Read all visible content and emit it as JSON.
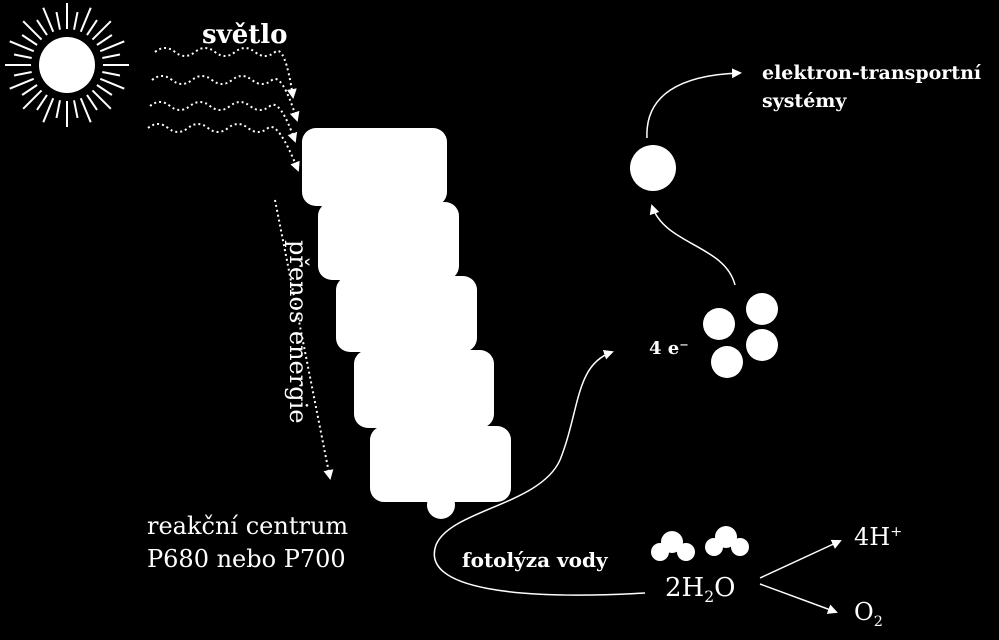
{
  "labels": {
    "light": "světlo",
    "energy_transfer": "přenos energie",
    "reaction_center_line1": "reakční centrum",
    "reaction_center_line2": "P680 nebo P700",
    "photolysis": "fotolýza vody",
    "electrons": "4 e⁻",
    "etc_line1": "elektron-transportní",
    "etc_line2": "systémy",
    "water_coef": "2H",
    "water_sub": "2",
    "water_o": "O",
    "protons_main": "4H",
    "protons_sup": "+",
    "oxygen_main": "O",
    "oxygen_sub": "2"
  },
  "colors": {
    "background": "#000000",
    "foreground": "#ffffff"
  }
}
